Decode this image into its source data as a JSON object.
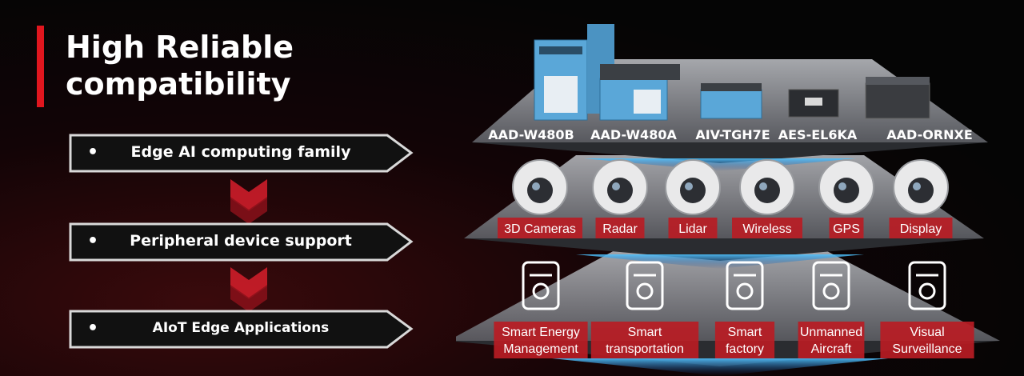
{
  "title": {
    "line1": "High Reliable",
    "line2": "compatibility"
  },
  "steps": [
    {
      "bullet": "•",
      "label": "Edge AI computing family"
    },
    {
      "bullet": "•",
      "label": "Peripheral device support"
    },
    {
      "bullet": "•",
      "label": "AIoT Edge Applications"
    }
  ],
  "products": [
    "AAD-W480B",
    "AAD-W480A",
    "AIV-TGH7E",
    "AES-EL6KA",
    "AAD-ORNXE"
  ],
  "peripherals": [
    "3D Cameras",
    "Radar",
    "Lidar",
    "Wireless",
    "GPS",
    "Display"
  ],
  "applications": [
    {
      "line1": "Smart Energy",
      "line2": "Management"
    },
    {
      "line1": "Smart",
      "line2": "transportation"
    },
    {
      "line1": "Smart",
      "line2": "factory"
    },
    {
      "line1": "Unmanned",
      "line2": "Aircraft"
    },
    {
      "line1": "Visual",
      "line2": "Surveillance"
    }
  ],
  "colors": {
    "accent": "#e0161e",
    "chip": "#b81c24",
    "platform": "#8d8f94",
    "device": "#5aa7d8"
  }
}
